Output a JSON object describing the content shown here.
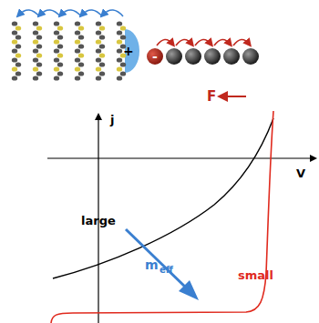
{
  "diagram": {
    "labels": [
      "+",
      "-",
      "F",
      "j",
      "V",
      "large",
      "small",
      "m",
      "eff"
    ]
  }
}
